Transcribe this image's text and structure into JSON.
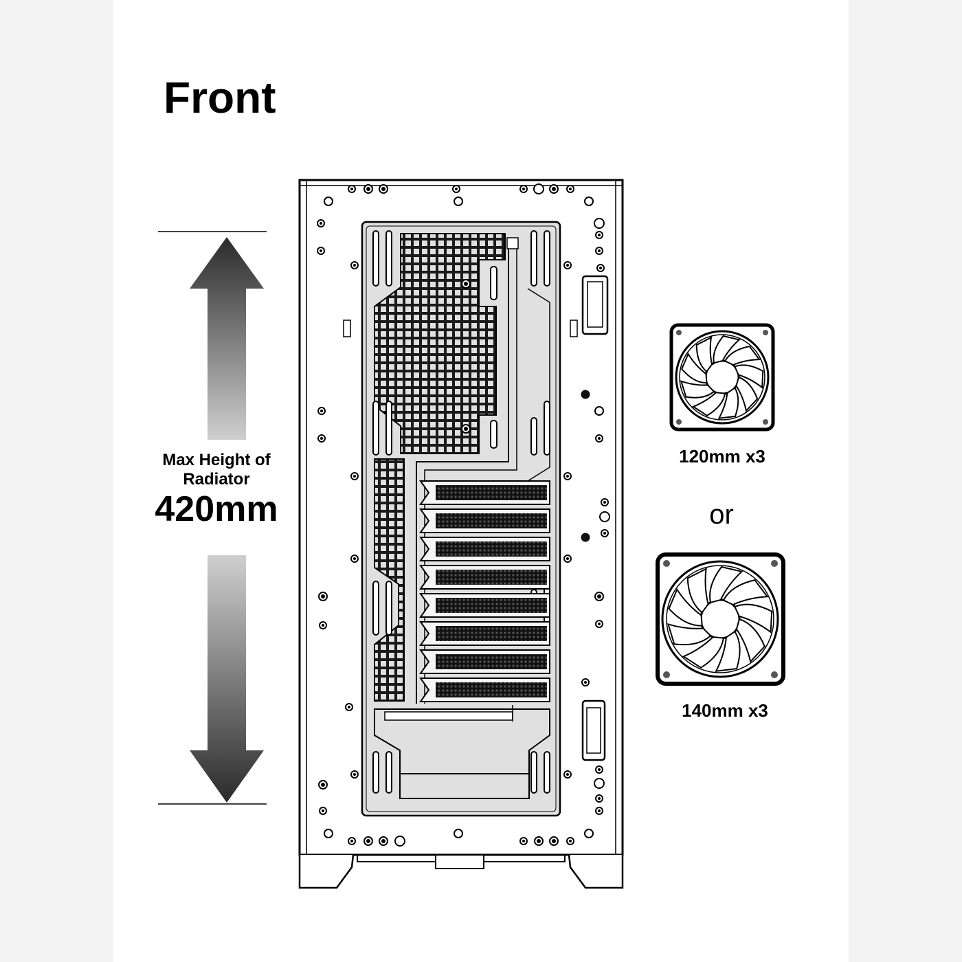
{
  "title": "Front",
  "radiator": {
    "label_line1": "Max Height of",
    "label_line2": "Radiator",
    "value": "420mm"
  },
  "fans": {
    "small_label": "120mm x3",
    "separator": "or",
    "large_label": "140mm x3",
    "small_blade_count": 9,
    "large_blade_count": 9
  },
  "case": {
    "expansion_slot_count": 8
  },
  "colors": {
    "outline": "#000000",
    "panel_fill": "#e0e0e0",
    "background": "#ffffff",
    "side_band": "#f3f3f3",
    "arrow_dark": "#2b2b2b",
    "arrow_light": "#cfcfcf"
  }
}
